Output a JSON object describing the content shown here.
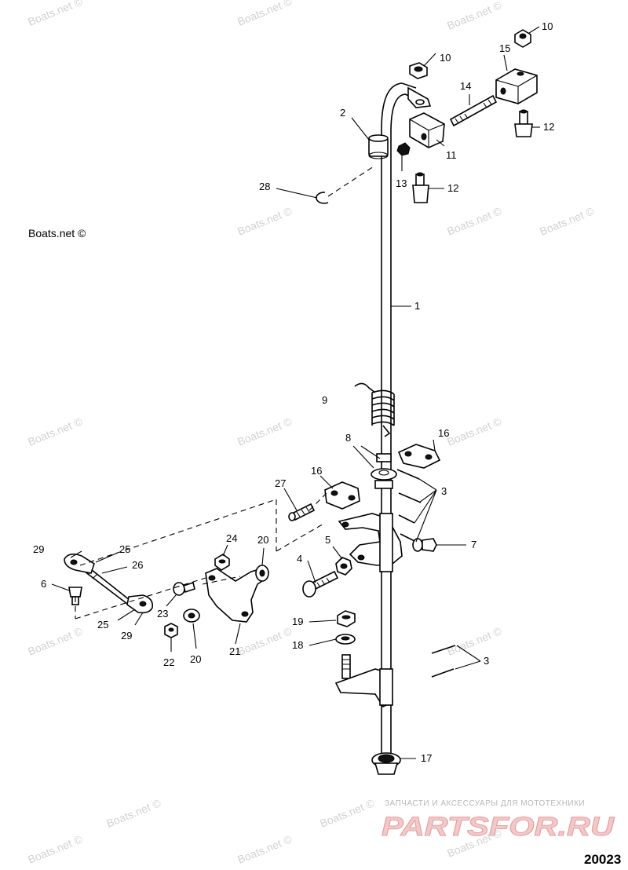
{
  "watermarks": [
    "Boats.net ©",
    "Boats.net ©",
    "Boats.net ©",
    "Boats.net ©",
    "Boats.net ©",
    "Boats.net ©",
    "Boats.net ©",
    "Boats.net ©",
    "Boats.net ©",
    "Boats.net ©",
    "Boats.net ©",
    "Boats.net ©",
    "Boats.net ©",
    "Boats.net ©",
    "Boats.net ©",
    "Boats.net ©",
    "Boats.net ©"
  ],
  "main_watermark": "Boats.net ©",
  "callouts": [
    "1",
    "2",
    "3",
    "3",
    "4",
    "5",
    "6",
    "7",
    "8",
    "9",
    "10",
    "10",
    "11",
    "12",
    "12",
    "13",
    "14",
    "15",
    "16",
    "16",
    "17",
    "18",
    "19",
    "20",
    "20",
    "21",
    "22",
    "23",
    "24",
    "25",
    "25",
    "26",
    "27",
    "28",
    "29",
    "29"
  ],
  "figure_number": "20023",
  "partsfor": {
    "tagline": "ЗАПЧАСТИ И АКСЕССУАРЫ ДЛЯ МОТОТЕХНИКИ",
    "logo": "PARTSFOR.RU"
  },
  "colors": {
    "line": "#000000",
    "watermark": "#d2d2d2",
    "logo": "#e6a0a0"
  }
}
